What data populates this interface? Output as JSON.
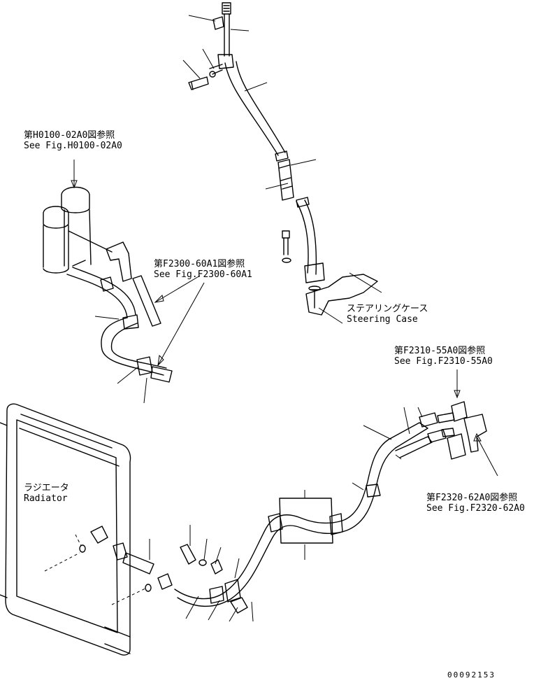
{
  "references": {
    "h0100": {
      "jp": "第H0100-02A0図参照",
      "en": "See Fig.H0100-02A0"
    },
    "f2300": {
      "jp": "第F2300-60A1図参照",
      "en": "See Fig.F2300-60A1"
    },
    "f2310": {
      "jp": "第F2310-55A0図参照",
      "en": "See Fig.F2310-55A0"
    },
    "f2320": {
      "jp": "第F2320-62A0図参照",
      "en": "See Fig.F2320-62A0"
    }
  },
  "components": {
    "steering_case": {
      "jp": "ステアリングケース",
      "en": "Steering Case"
    },
    "radiator": {
      "jp": "ラジエータ",
      "en": "Radiator"
    }
  },
  "document_number": "00092153"
}
